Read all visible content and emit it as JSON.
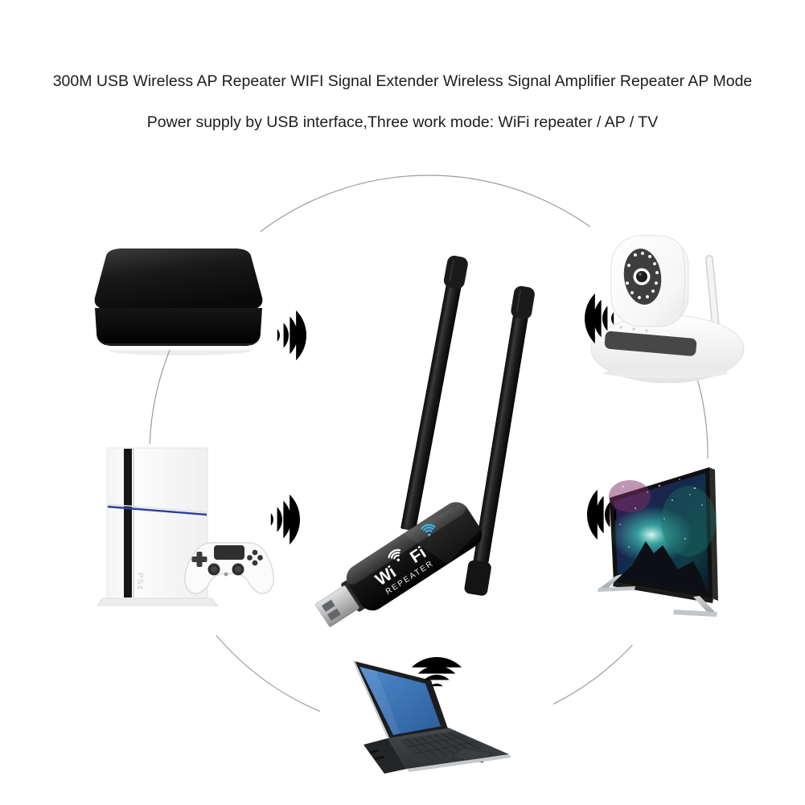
{
  "header": {
    "line1": "300M USB Wireless AP Repeater WIFI Signal Extender Wireless Signal Amplifier Repeater AP Mode",
    "line2": "Power supply by USB interface,Three work mode: WiFi repeater / AP / TV"
  },
  "repeater": {
    "wi": "Wi",
    "fi": "Fi",
    "repeater": "REPEATER"
  },
  "ps4": {
    "label": "PS4"
  },
  "colors": {
    "wifi": "#4f94b4",
    "circle": "#9c9c9c",
    "cyan": "#35b6e5",
    "ps4_blue": "#2b3f9e",
    "title_text": "#1d1d1d"
  },
  "scene": {
    "center_device": "usb-wifi-repeater-two-antennas",
    "connected_devices": [
      "tv-box",
      "ip-camera",
      "ps4-console-with-controller",
      "smart-tv",
      "laptop"
    ],
    "connector": "circle-ring",
    "signal_icon": "wifi-signal-arcs"
  }
}
